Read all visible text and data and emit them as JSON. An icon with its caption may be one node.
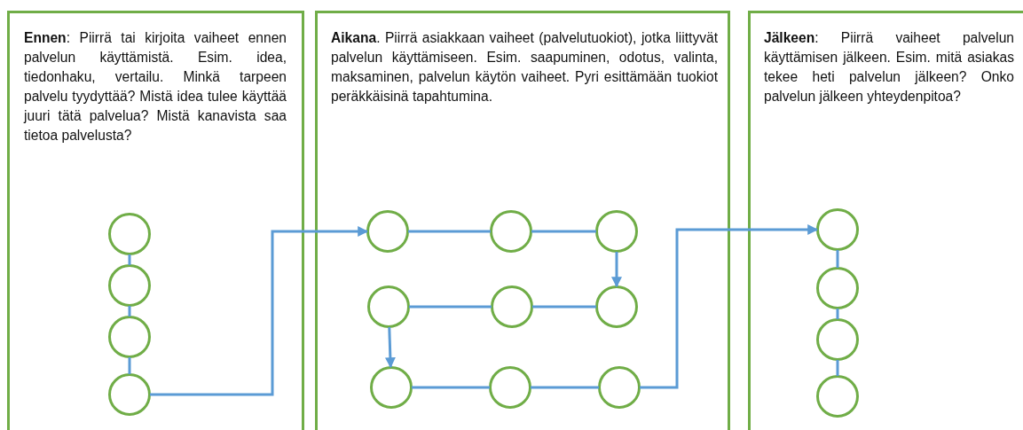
{
  "diagram": {
    "nodes": [
      {
        "text": [
          "**Ennen**: Piirrä tai kirjoita vaiheet ennen palvelun käyttämistä. Esim. idea, tiedonhaku, vertailu. Minkä tarpeen palvelu tyydyttää? Mistä idea tulee käyttää juuri tätä palvelua? Mistä kanavista saa tietoa palvelusta?"
        ]
      },
      {
        "text": [],
        "shape": "circle",
        "in": 0
      },
      {
        "text": [],
        "shape": "circle",
        "in": 0
      },
      {
        "text": [],
        "shape": "circle",
        "in": 0
      },
      {
        "text": [],
        "shape": "circle",
        "in": 0
      },
      {
        "text": [
          "**Aikana**. Piirrä asiakkaan vaiheet (palvelutuokiot), jotka liittyvät palvelun käyttämiseen. Esim. saapuminen, odotus, valinta, maksaminen, palvelun käytön vaiheet. Pyri esittämään tuokiot peräkkäisinä tapahtumina."
        ]
      },
      {
        "text": [],
        "shape": "circle",
        "in": 5
      },
      {
        "text": [],
        "shape": "circle",
        "in": 5
      },
      {
        "text": [],
        "shape": "circle",
        "in": 5
      },
      {
        "text": [],
        "shape": "circle",
        "in": 5
      },
      {
        "text": [],
        "shape": "circle",
        "in": 5
      },
      {
        "text": [],
        "shape": "circle",
        "in": 5
      },
      {
        "text": [],
        "shape": "circle",
        "in": 5
      },
      {
        "text": [],
        "shape": "circle",
        "in": 5
      },
      {
        "text": [],
        "shape": "circle",
        "in": 5
      },
      {
        "text": [
          "**Jälkeen**: Piirrä vaiheet palvelun käyttämisen jälkeen. Esim. mitä asiakas tekee heti palvelun jälkeen? Onko palvelun jälkeen yhteydenpitoa?"
        ]
      },
      {
        "text": [],
        "shape": "circle",
        "in": 15
      },
      {
        "text": [],
        "shape": "circle",
        "in": 15
      },
      {
        "text": [],
        "shape": "circle",
        "in": 15
      },
      {
        "text": [],
        "shape": "circle",
        "in": 15
      }
    ],
    "edges": [
      {
        "from": 1,
        "to": 2,
        "arrow": "none"
      },
      {
        "from": 2,
        "to": 3,
        "arrow": "none"
      },
      {
        "from": 3,
        "to": 4,
        "arrow": "none"
      },
      {
        "from": 4,
        "to": 6,
        "arrow": "to"
      },
      {
        "from": 6,
        "to": 7,
        "arrow": "none"
      },
      {
        "from": 7,
        "to": 8,
        "arrow": "none"
      },
      {
        "from": 8,
        "to": 11,
        "arrow": "to"
      },
      {
        "from": 9,
        "to": 10,
        "arrow": "none"
      },
      {
        "from": 10,
        "to": 11,
        "arrow": "none"
      },
      {
        "from": 9,
        "to": 12,
        "arrow": "to"
      },
      {
        "from": 12,
        "to": 13,
        "arrow": "none"
      },
      {
        "from": 13,
        "to": 14,
        "arrow": "none"
      },
      {
        "from": 14,
        "to": 16,
        "arrow": "to"
      },
      {
        "from": 16,
        "to": 17,
        "arrow": "none"
      },
      {
        "from": 17,
        "to": 18,
        "arrow": "none"
      },
      {
        "from": 18,
        "to": 19,
        "arrow": "none"
      }
    ]
  }
}
